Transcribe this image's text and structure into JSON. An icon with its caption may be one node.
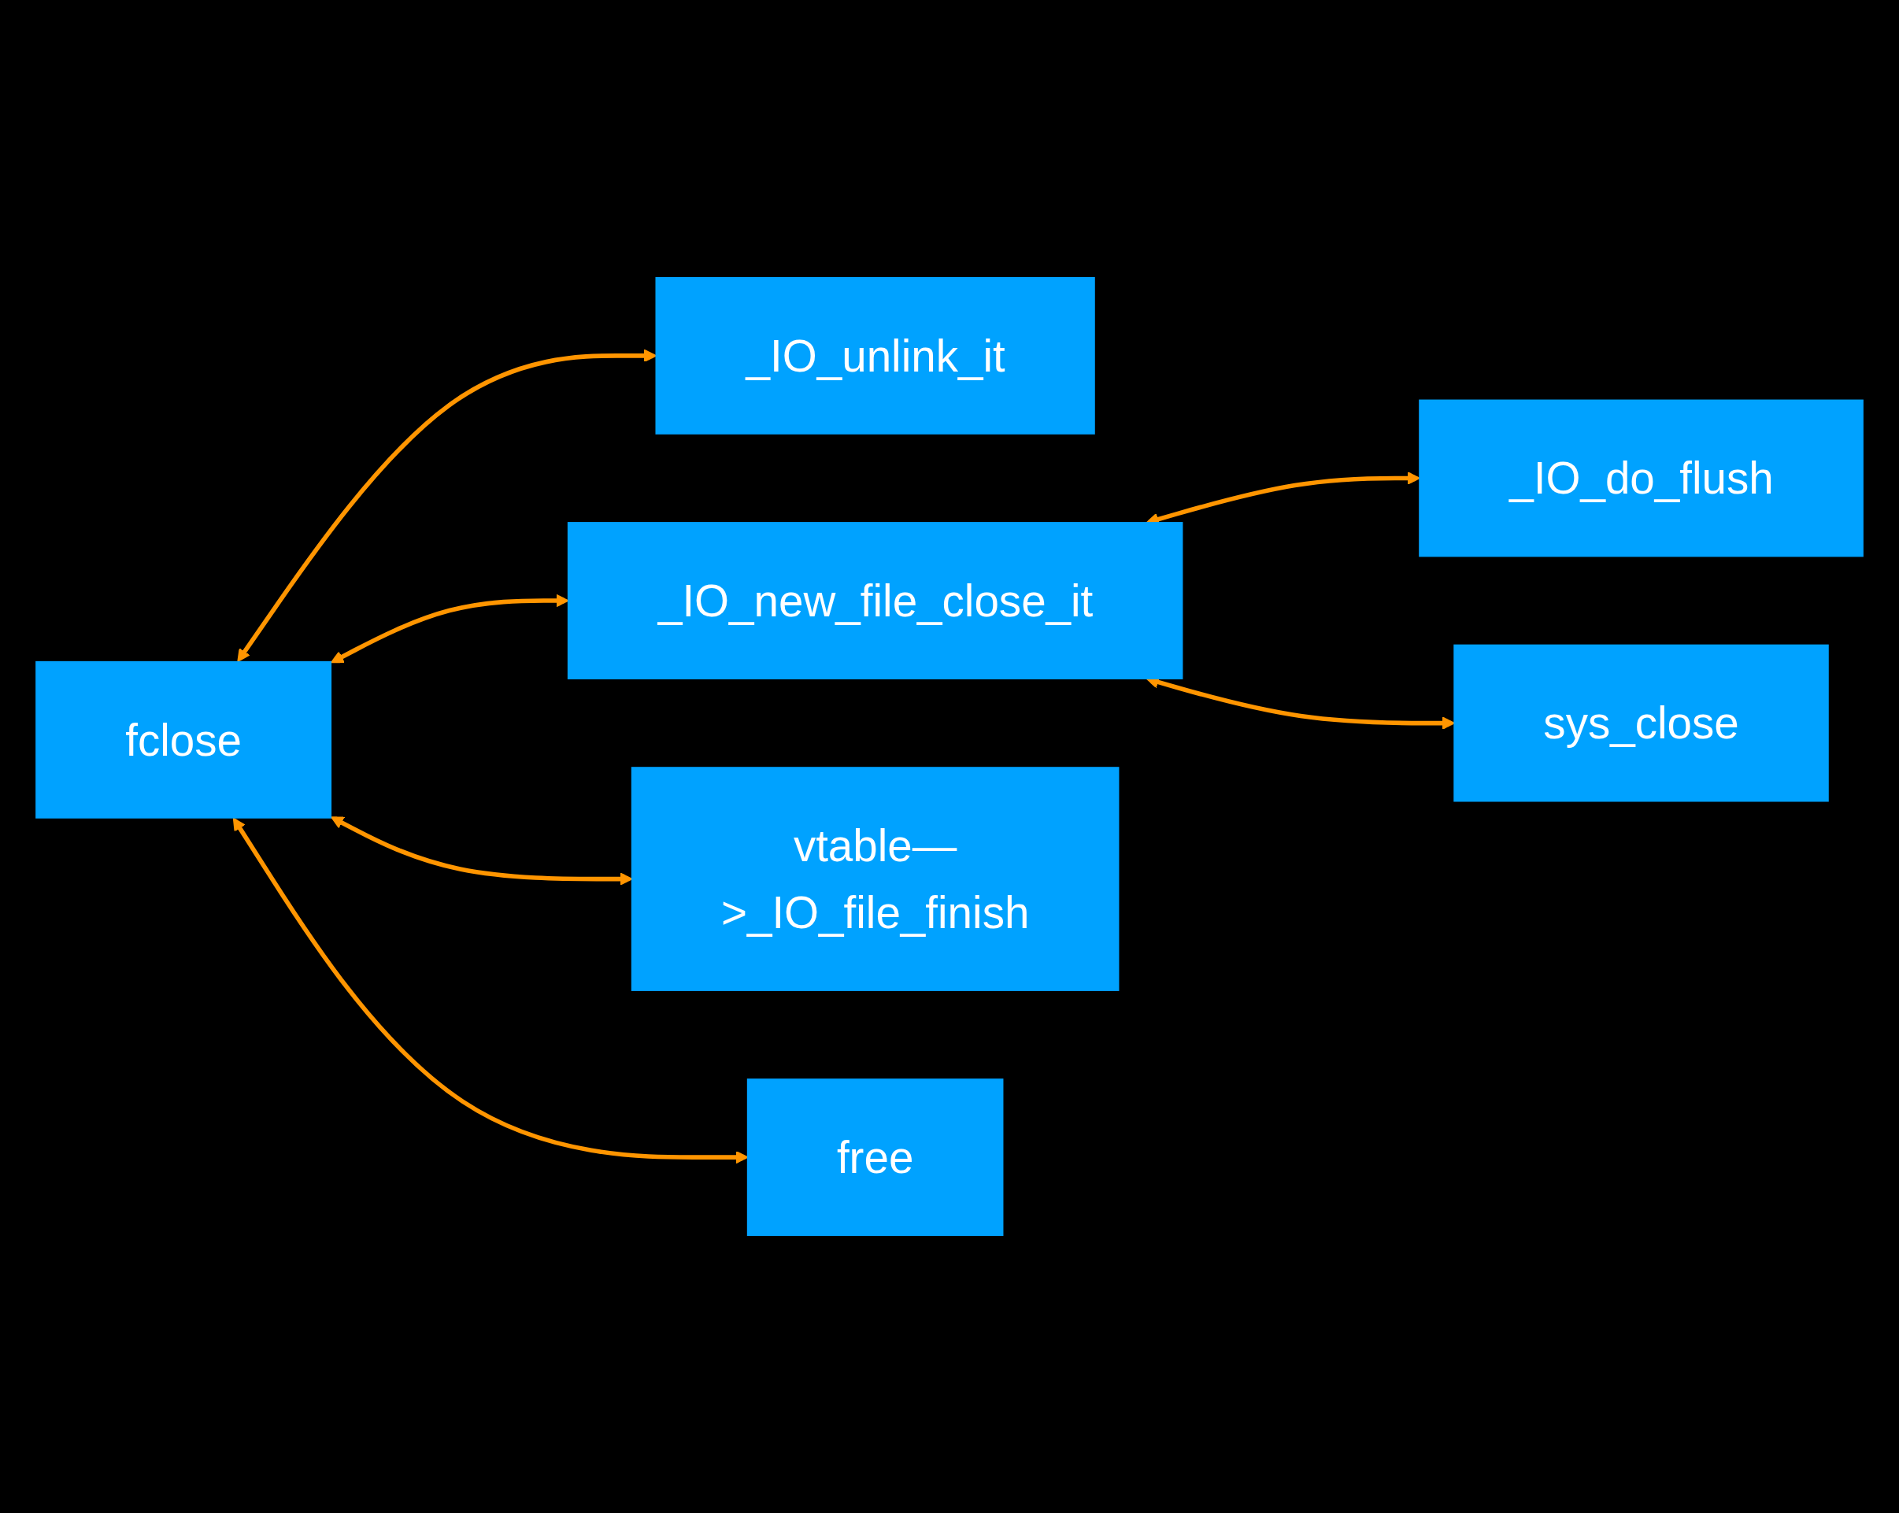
{
  "diagram": {
    "nodes": [
      {
        "text": [
          "fclose"
        ]
      },
      {
        "text": [
          "_IO_unlink_it"
        ]
      },
      {
        "text": [
          "_IO_new_file_close_it"
        ]
      },
      {
        "text": [
          "_IO_do_flush"
        ]
      },
      {
        "text": [
          "sys_close"
        ]
      },
      {
        "text": [
          "vtable—>_IO_file_finish"
        ]
      },
      {
        "text": [
          "free"
        ]
      }
    ],
    "edges": [
      {
        "from": 0,
        "to": 1,
        "arrow": "both"
      },
      {
        "from": 0,
        "to": 2,
        "arrow": "both"
      },
      {
        "from": 2,
        "to": 3,
        "arrow": "both"
      },
      {
        "from": 2,
        "to": 4,
        "arrow": "both"
      },
      {
        "from": 0,
        "to": 5,
        "arrow": "both"
      },
      {
        "from": 0,
        "to": 6,
        "arrow": "both"
      }
    ]
  }
}
